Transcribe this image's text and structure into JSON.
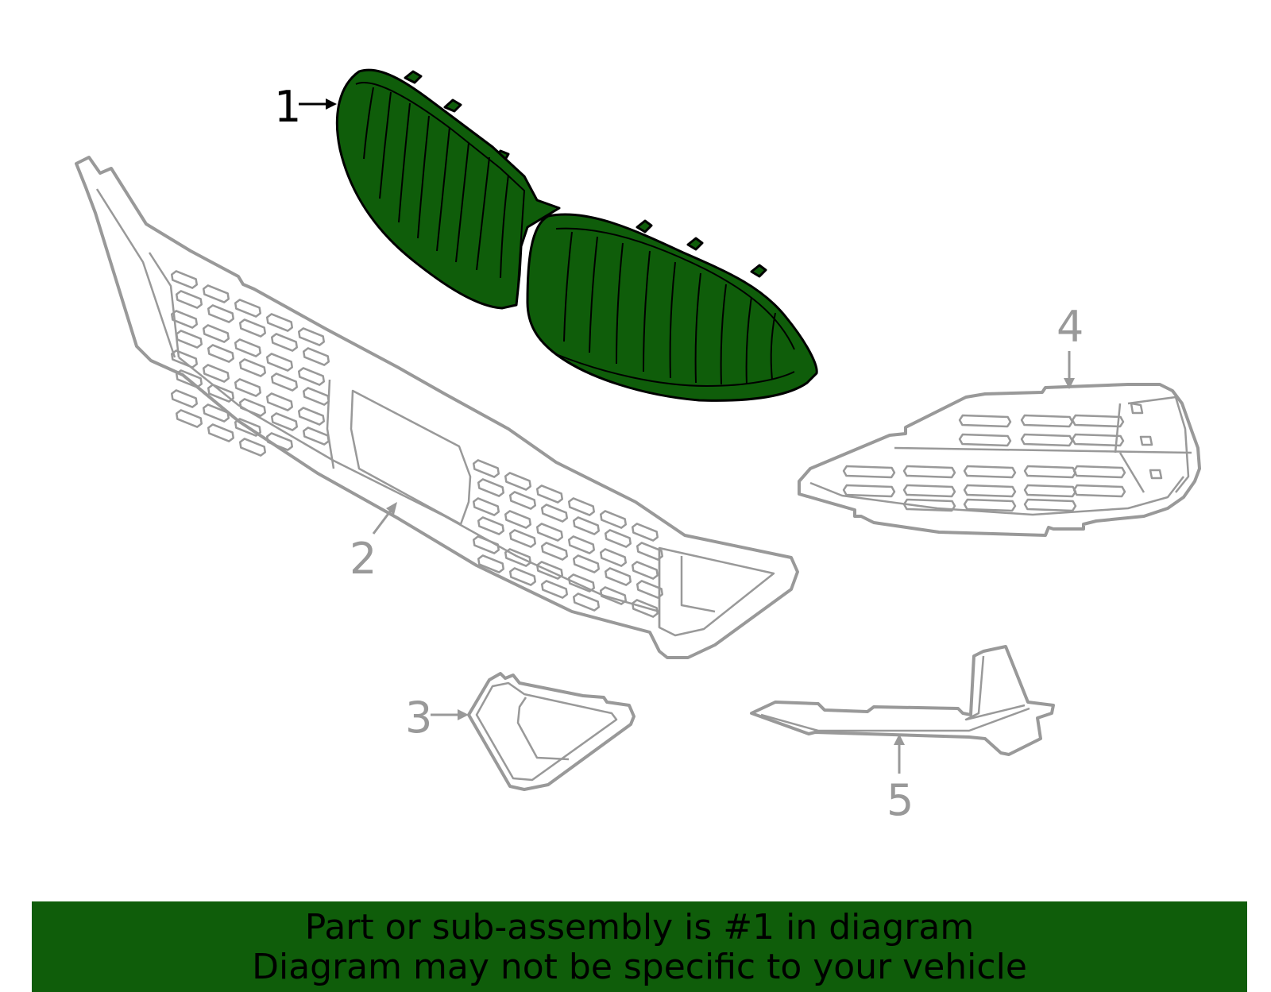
{
  "diagram": {
    "highlight_color": "#0f5d0a",
    "part_color": "#999999",
    "callouts": [
      {
        "id": "1",
        "label": "1",
        "highlighted": true
      },
      {
        "id": "2",
        "label": "2",
        "highlighted": false
      },
      {
        "id": "3",
        "label": "3",
        "highlighted": false
      },
      {
        "id": "4",
        "label": "4",
        "highlighted": false
      },
      {
        "id": "5",
        "label": "5",
        "highlighted": false
      }
    ]
  },
  "banner": {
    "line1": "Part or sub-assembly is #1 in diagram",
    "line2": "Diagram may not be specific to your vehicle",
    "background": "#0f5d0a"
  }
}
